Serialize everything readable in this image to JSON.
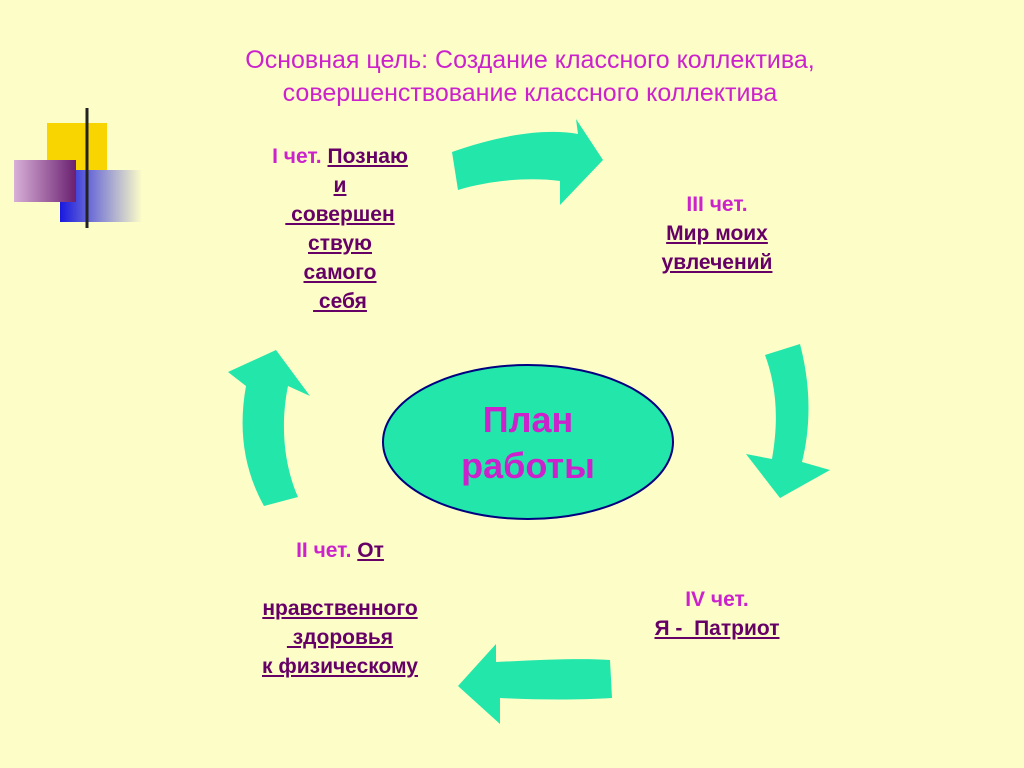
{
  "title": {
    "line1": "Основная цель: Создание классного коллектива,",
    "line2": "совершенствование классного коллектива"
  },
  "q1": {
    "label": "I чет.",
    "lines": [
      "Познаю",
      "и",
      " совершен",
      "ствую",
      "самого",
      " себя"
    ]
  },
  "q3": {
    "label": "III чет.",
    "lines": [
      "Мир моих",
      "увлечений"
    ]
  },
  "q2": {
    "label": "II чет.",
    "first": "От",
    "lines": [
      "нравственного",
      " здоровья",
      "к физическому"
    ]
  },
  "q4": {
    "label": "IV чет.",
    "lines": [
      "Я -  Патриот"
    ]
  },
  "center": {
    "line1": "План",
    "line2": "работы"
  },
  "colors": {
    "background": "#fdfdc8",
    "text": "#cc22cc",
    "link": "#660066",
    "arrow": "#22e6aa",
    "ellipse": "#22e6aa",
    "ellipse_border": "#000080"
  }
}
